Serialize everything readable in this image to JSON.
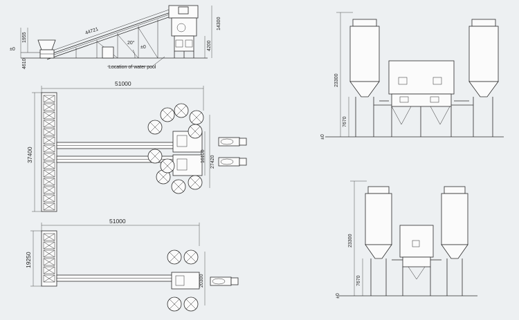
{
  "side_view": {
    "conveyor_length": "44721",
    "height_left": "1955",
    "height_left_low": "4610",
    "level_zero": "±0",
    "level_zero_2": "±0",
    "angle": "20°",
    "height_right_total": "14300",
    "height_right_low": "4200",
    "water_pool_label": "Location of water pool"
  },
  "plan_top": {
    "width_label": "51000",
    "depth_label": "37400",
    "inner_dim_1": "27420",
    "inner_dim_2": "16100"
  },
  "plan_bottom": {
    "width_label": "51000",
    "depth_label": "19250",
    "inner_dim": "20300"
  },
  "elev_top": {
    "height_total": "23300",
    "height_low": "7670",
    "level_zero": "±0"
  },
  "elev_bottom": {
    "height_total": "23300",
    "height_low": "7670",
    "level_zero": "±0"
  }
}
